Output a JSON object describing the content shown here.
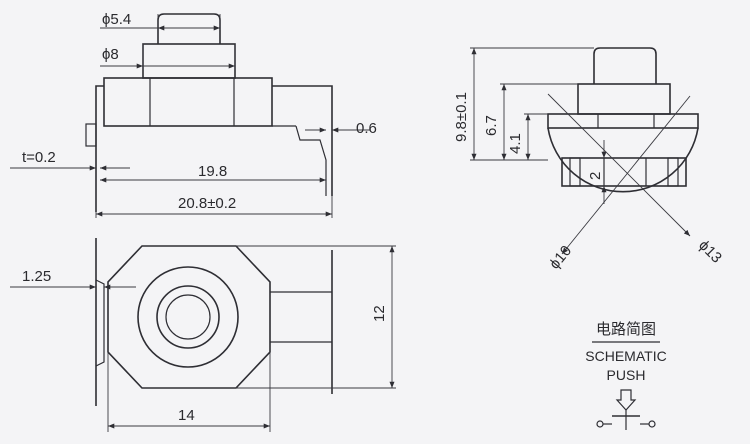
{
  "top_view": {
    "dim_button_diameter": "ϕ5.4",
    "dim_collar_diameter": "ϕ8",
    "dim_plate_thickness": "0.6",
    "dim_terminal_thickness": "t=0.2",
    "dim_body_length": "19.8",
    "dim_overall_length": "20.8±0.2"
  },
  "side_view": {
    "dim_total_height": "9.8±0.1",
    "dim_height_2": "6.7",
    "dim_height_3": "4.1",
    "dim_slot": "2",
    "dim_diameter_10": "ϕ10",
    "dim_diameter_13": "ϕ13"
  },
  "front_view": {
    "dim_flange": "1.25",
    "dim_width": "14",
    "dim_height": "12"
  },
  "schematic": {
    "title_cn": "电路简图",
    "title_en": "SCHEMATIC",
    "subtitle": "PUSH"
  }
}
